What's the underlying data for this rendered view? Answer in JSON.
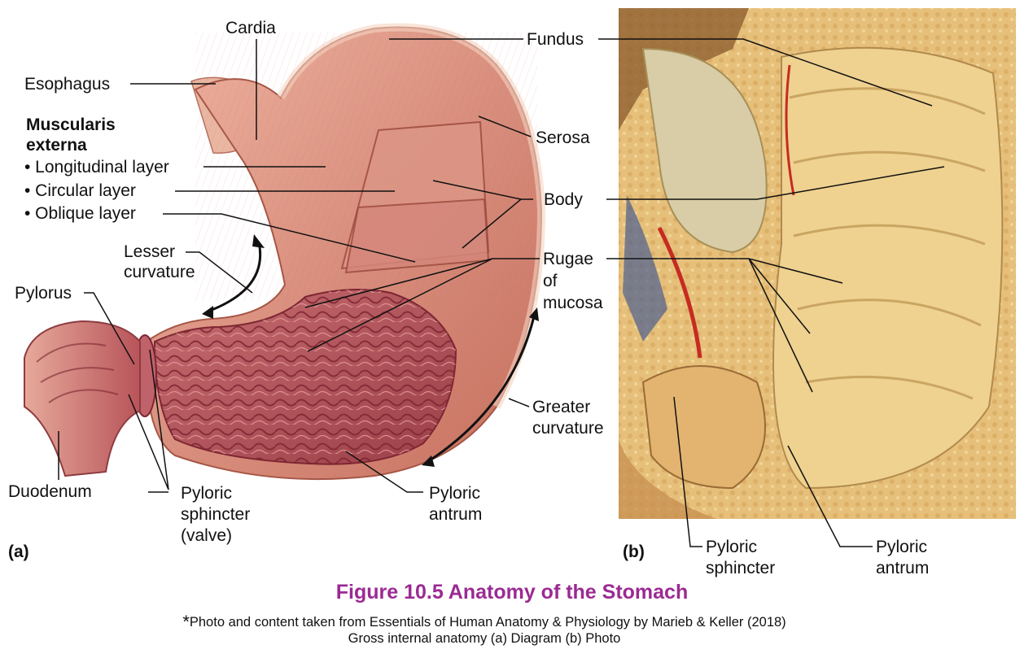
{
  "colors": {
    "title": "#9b2a93",
    "muscle": "#d98f7e",
    "mucosa": "#b7585d",
    "serosa": "#e9b6a2",
    "photo_bg": "#e6c07a"
  },
  "labels_a": {
    "cardia": "Cardia",
    "fundus": "Fundus",
    "esophagus": "Esophagus",
    "muscularis_1": "Muscularis",
    "muscularis_2": "externa",
    "longitudinal": "• Longitudinal layer",
    "circular": "• Circular layer",
    "oblique": "• Oblique layer",
    "serosa": "Serosa",
    "body": "Body",
    "lesser_1": "Lesser",
    "lesser_2": "curvature",
    "pylorus": "Pylorus",
    "rugae_1": "Rugae",
    "rugae_2": "of",
    "rugae_3": "mucosa",
    "greater_1": "Greater",
    "greater_2": "curvature",
    "duodenum": "Duodenum",
    "sphincter_1": "Pyloric",
    "sphincter_2": "sphincter",
    "sphincter_3": "(valve)",
    "antrum_1": "Pyloric",
    "antrum_2": "antrum",
    "panel": "(a)"
  },
  "labels_b": {
    "sphincter_1": "Pyloric",
    "sphincter_2": "sphincter",
    "antrum_1": "Pyloric",
    "antrum_2": "antrum",
    "panel": "(b)"
  },
  "caption": {
    "title": "Figure 10.5 Anatomy of the Stomach",
    "star": "*",
    "credit_line1": "Photo and content taken from Essentials of Human Anatomy & Physiology by Marieb & Keller (2018)",
    "credit_line2": "Gross internal anatomy (a) Diagram (b) Photo"
  }
}
